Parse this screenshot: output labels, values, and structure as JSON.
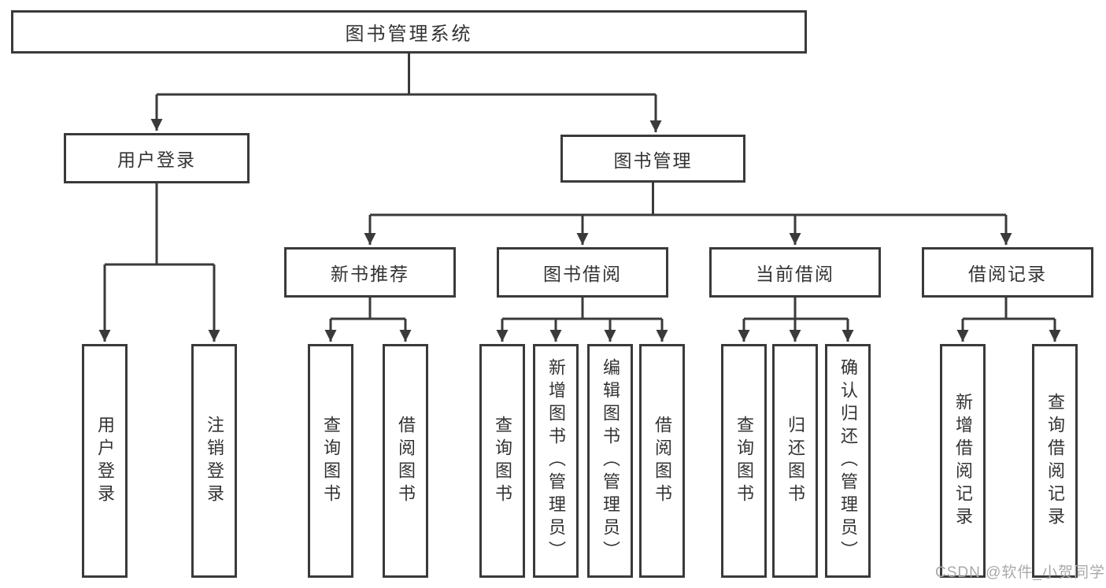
{
  "diagram": {
    "root": {
      "label": "图书管理系统"
    },
    "level2": [
      {
        "label": "用户登录",
        "children": [
          {
            "label": "用户登录"
          },
          {
            "label": "注销登录"
          }
        ]
      },
      {
        "label": "图书管理",
        "children": [
          {
            "label": "新书推荐",
            "children": [
              {
                "label": "查询图书"
              },
              {
                "label": "借阅图书"
              }
            ]
          },
          {
            "label": "图书借阅",
            "children": [
              {
                "label": "查询图书"
              },
              {
                "label": "新增图书（管理员）"
              },
              {
                "label": "编辑图书（管理员）"
              },
              {
                "label": "借阅图书"
              }
            ]
          },
          {
            "label": "当前借阅",
            "children": [
              {
                "label": "查询图书"
              },
              {
                "label": "归还图书"
              },
              {
                "label": "确认归还（管理员）"
              }
            ]
          },
          {
            "label": "借阅记录",
            "children": [
              {
                "label": "新增借阅记录"
              },
              {
                "label": "查询借阅记录"
              }
            ]
          }
        ]
      }
    ]
  },
  "watermark": "CSDN @软件_小贺同学",
  "colors": {
    "line": "#3a3a3a",
    "text": "#333333",
    "watermark": "#a9a9a9",
    "background": "#ffffff"
  }
}
